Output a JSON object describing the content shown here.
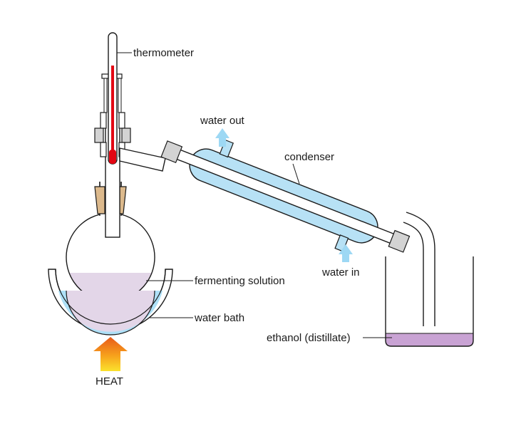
{
  "labels": {
    "thermometer": "thermometer",
    "water_out": "water out",
    "condenser": "condenser",
    "fermenting_solution": "fermenting solution",
    "water_in": "water in",
    "water_bath": "water bath",
    "ethanol": "ethanol (distillate)",
    "heat": "HEAT"
  },
  "colors": {
    "outline": "#1a1a1a",
    "water": "#aee0f7",
    "condenser_jacket": "#b7e1f5",
    "solution": "#e3d6e8",
    "distillate": "#c9a3d4",
    "mercury": "#e30613",
    "cork": "#dcb98c",
    "clamp": "#d3d3d3",
    "arrow_water": "#9dd8f4",
    "heat_top": "#e85a1a",
    "heat_bottom": "#fbe22d"
  }
}
